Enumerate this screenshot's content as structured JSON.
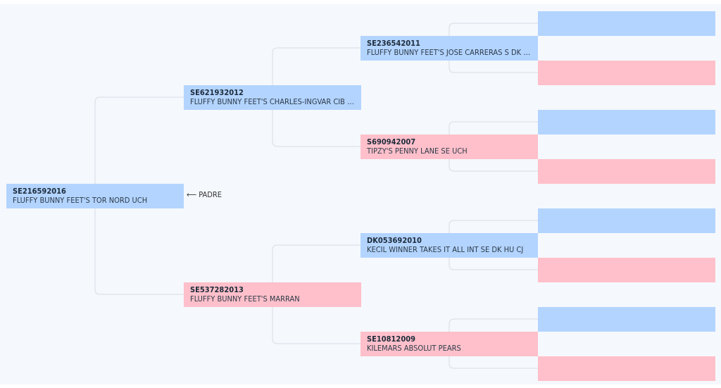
{
  "padre_label": "PADRE",
  "colors": {
    "male": "#b3d4ff",
    "female": "#ffc0cb",
    "line": "#d6dde6",
    "bg": "#f5f8fc"
  },
  "generations": [
    [
      {
        "id": "root",
        "sex": "male",
        "reg": "SE216592016",
        "name": "FLUFFY BUNNY FEET'S TOR NORD UCH"
      }
    ],
    [
      {
        "id": "sire",
        "sex": "male",
        "reg": "SE621932012",
        "name": "FLUFFY BUNNY FEET'S CHARLES-INGVAR CIB SE UCH"
      },
      {
        "id": "dam",
        "sex": "female",
        "reg": "SE537282013",
        "name": "FLUFFY BUNNY FEET'S MARRAN"
      }
    ],
    [
      {
        "id": "ss",
        "sex": "male",
        "reg": "SE236542011",
        "name": "FLUFFY BUNNY FEET'S JOSE CARRERAS S DK UCH"
      },
      {
        "id": "sd",
        "sex": "female",
        "reg": "S690942007",
        "name": "TIPZY'S PENNY LANE SE UCH"
      },
      {
        "id": "ds",
        "sex": "male",
        "reg": "DK053692010",
        "name": "KECIL WINNER TAKES IT ALL INT SE DK HU CJ"
      },
      {
        "id": "dd",
        "sex": "female",
        "reg": "SE10812009",
        "name": "KILEMARS ABSOLUT PEARS"
      }
    ],
    [
      {
        "id": "sss",
        "sex": "male",
        "reg": "",
        "name": ""
      },
      {
        "id": "ssd",
        "sex": "female",
        "reg": "",
        "name": ""
      },
      {
        "id": "sds",
        "sex": "male",
        "reg": "",
        "name": ""
      },
      {
        "id": "sdd",
        "sex": "female",
        "reg": "",
        "name": ""
      },
      {
        "id": "dss",
        "sex": "male",
        "reg": "",
        "name": ""
      },
      {
        "id": "dsd",
        "sex": "female",
        "reg": "",
        "name": ""
      },
      {
        "id": "dds",
        "sex": "male",
        "reg": "",
        "name": ""
      },
      {
        "id": "ddd",
        "sex": "female",
        "reg": "",
        "name": ""
      }
    ]
  ]
}
